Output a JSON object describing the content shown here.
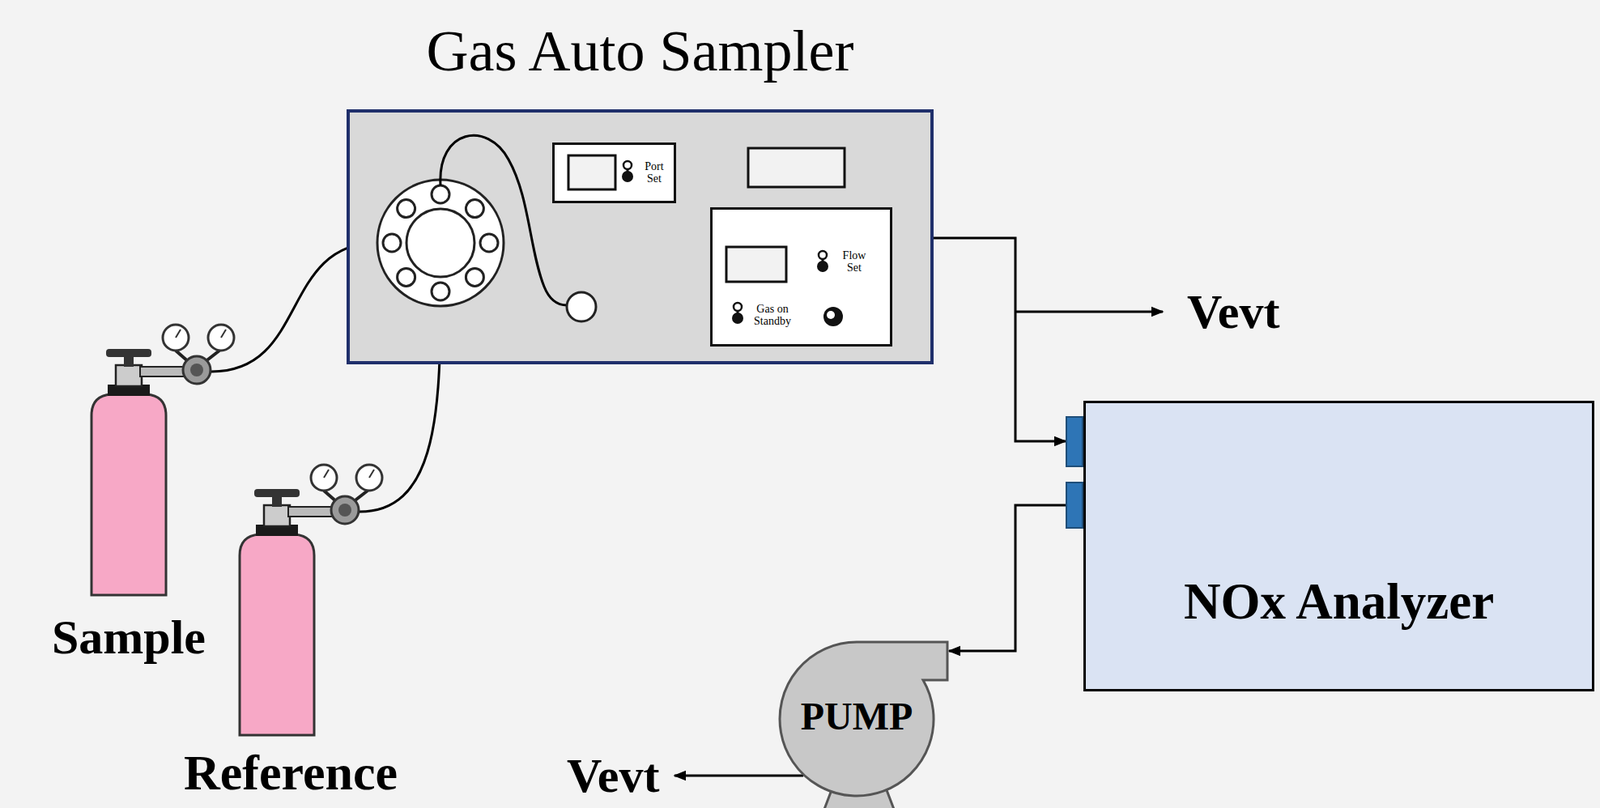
{
  "diagram": {
    "nodes": [
      {
        "text": [
          "Gas Auto Sampler"
        ]
      },
      {
        "text": [
          "Port Set"
        ],
        "in": 0
      },
      {
        "text": [
          "Flow Set",
          "Gas on Standby"
        ],
        "in": 0
      },
      {
        "text": [
          "Sample"
        ]
      },
      {
        "text": [
          "Reference"
        ]
      },
      {
        "text": [
          "NOx Analyzer"
        ]
      },
      {
        "text": [
          "PUMP"
        ]
      }
    ],
    "edges": [
      {
        "from": 3,
        "to": 0,
        "arrow": "none"
      },
      {
        "from": 4,
        "to": 0,
        "arrow": "none"
      },
      {
        "from": 0,
        "to": 5,
        "arrow": "to"
      },
      {
        "from": 5,
        "to": 6,
        "arrow": "to"
      }
    ],
    "labels": [
      "Vevt",
      "Vevt"
    ]
  }
}
